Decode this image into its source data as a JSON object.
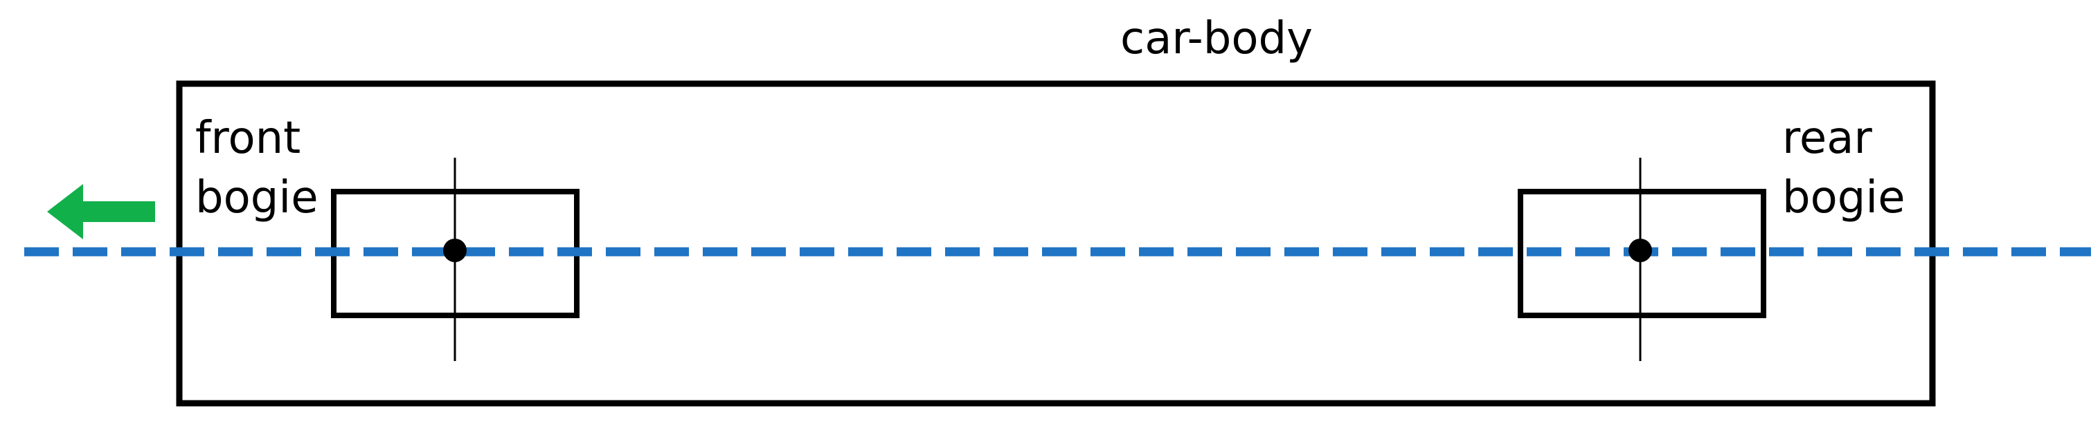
{
  "labels": {
    "car_body": "car-body",
    "front_bogie": [
      "front",
      "bogie"
    ],
    "rear_bogie": [
      "rear",
      "bogie"
    ]
  },
  "colors": {
    "outline": "#000000",
    "centerline": "#1f74c4",
    "direction_arrow": "#12b04a"
  },
  "icons": {
    "direction_arrow": "left-arrow-icon"
  }
}
